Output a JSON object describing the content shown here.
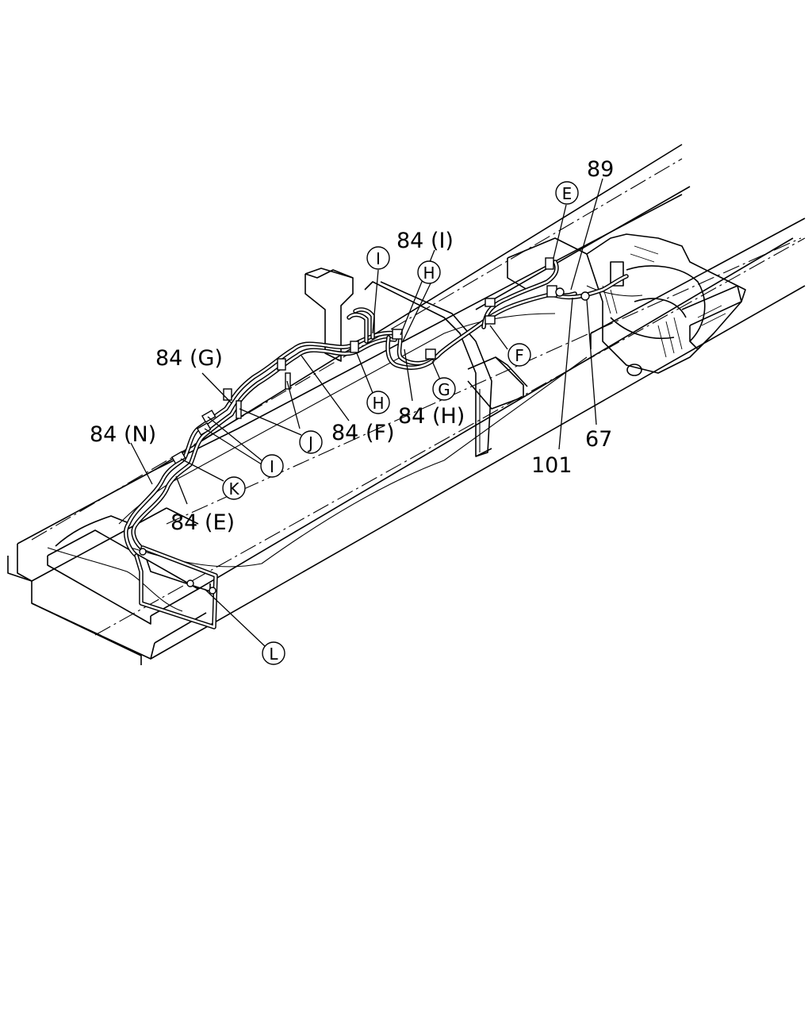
{
  "diagram": {
    "part_labels": [
      {
        "id": "p89",
        "text": "89"
      },
      {
        "id": "p84I",
        "text": "84 (I)"
      },
      {
        "id": "p84G",
        "text": "84 (G)"
      },
      {
        "id": "p84N",
        "text": "84 (N)"
      },
      {
        "id": "p84F",
        "text": "84 (F)"
      },
      {
        "id": "p84H",
        "text": "84 (H)"
      },
      {
        "id": "p84E",
        "text": "84 (E)"
      },
      {
        "id": "p67",
        "text": "67"
      },
      {
        "id": "p101",
        "text": "101"
      }
    ],
    "callouts": [
      {
        "id": "cE",
        "text": "E"
      },
      {
        "id": "cI1",
        "text": "I"
      },
      {
        "id": "cH1",
        "text": "H"
      },
      {
        "id": "cF",
        "text": "F"
      },
      {
        "id": "cG",
        "text": "G"
      },
      {
        "id": "cH2",
        "text": "H"
      },
      {
        "id": "cJ",
        "text": "J"
      },
      {
        "id": "cI2",
        "text": "I"
      },
      {
        "id": "cK",
        "text": "K"
      },
      {
        "id": "cL",
        "text": "L"
      }
    ]
  }
}
